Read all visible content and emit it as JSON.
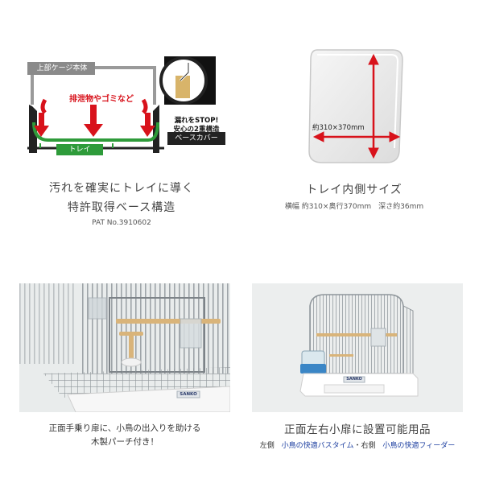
{
  "panel1": {
    "top_label": "上部ケージ本体",
    "waste_label": "排泄物やゴミなど",
    "stop_line1": "漏れをSTOP!",
    "stop_line2": "安心の2重構造",
    "base_label": "ベースカバー",
    "tray_label": "トレイ",
    "caption_line1": "汚れを確実にトレイに導く",
    "caption_line2": "特許取得ベース構造",
    "patent": "PAT No.3910602"
  },
  "panel2": {
    "size_label": "約310×370mm",
    "caption": "トレイ内側サイズ",
    "dims": "横幅 約310×奥行370mm　深さ約36mm"
  },
  "panel3": {
    "brand": "SANKO",
    "caption_line1": "正面手乗り扉に、小鳥の出入りを助ける",
    "caption_line2": "木製パーチ付き！"
  },
  "panel4": {
    "brand": "SANKO",
    "caption": "正面左右小扉に設置可能用品",
    "sub_left": "左側",
    "sub_bath": "小鳥の快適バスタイム",
    "sub_mid": "・右側",
    "sub_feeder": "小鳥の快適フィーダー"
  },
  "colors": {
    "arrow_red": "#d8121b",
    "tray_green": "#2e9b3a",
    "diagram_grey": "#8a8a8a",
    "blue_text": "#1d3fa0"
  }
}
